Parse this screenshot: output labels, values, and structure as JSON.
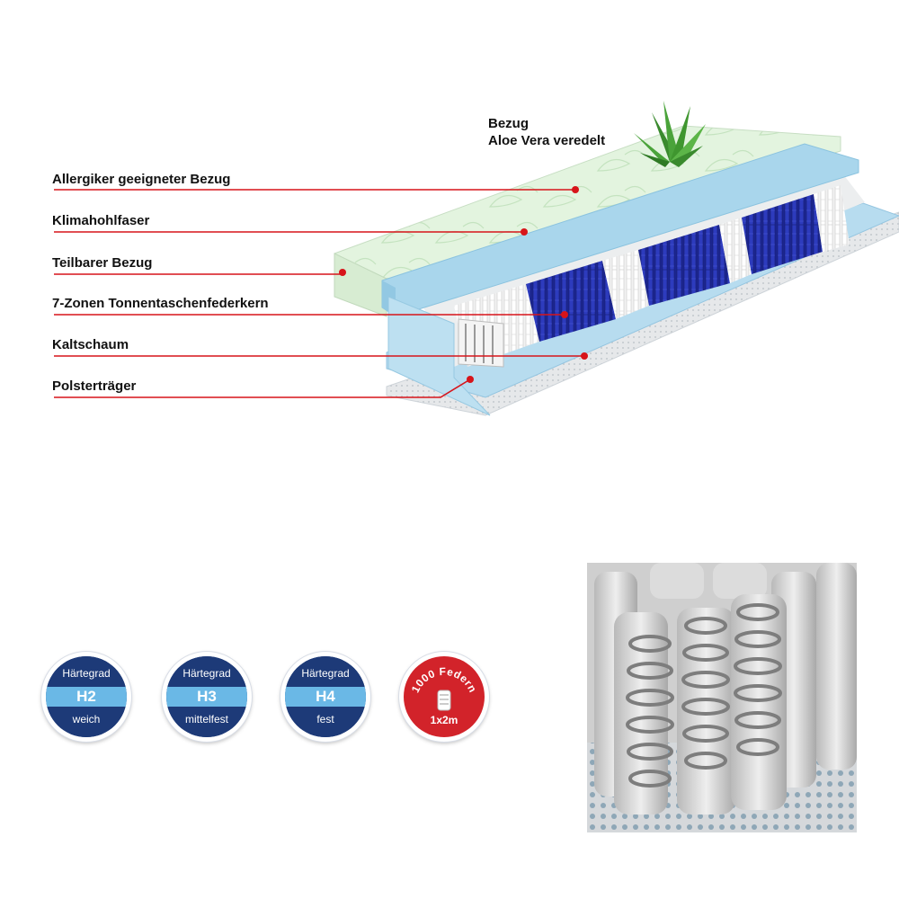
{
  "callouts": [
    {
      "text": "Allergiker geeigneter Bezug",
      "color": "#d7141a"
    },
    {
      "text": "Klimahohlfaser",
      "color": "#d7141a"
    },
    {
      "text": "Teilbarer Bezug",
      "color": "#d7141a"
    },
    {
      "text": "7-Zonen Tonnentaschenfederkern",
      "color": "#d7141a"
    },
    {
      "text": "Kaltschaum",
      "color": "#d7141a"
    },
    {
      "text": "Polsterträger",
      "color": "#d7141a"
    }
  ],
  "aloe": {
    "line1": "Bezug",
    "line2": "Aloe Vera veredelt",
    "icon": "aloe-vera-plant-icon"
  },
  "hardness_badges": [
    {
      "heading": "Härtegrad",
      "grade": "H2",
      "description": "weich"
    },
    {
      "heading": "Härtegrad",
      "grade": "H3",
      "description": "mittelfest"
    },
    {
      "heading": "Härtegrad",
      "grade": "H4",
      "description": "fest"
    }
  ],
  "springs_badge": {
    "arc_text": "1000 Federn",
    "size": "1x2m",
    "icon": "pocket-spring-icon"
  },
  "colors": {
    "callout_red": "#d7141a",
    "badge_navy": "#1d3a78",
    "badge_band": "#6ab8e6",
    "springs_badge_red": "#d2232a",
    "cover_green": "#dff2dc",
    "foam_blue": "#a9d6ec",
    "spring_blue": "#2430a8"
  }
}
